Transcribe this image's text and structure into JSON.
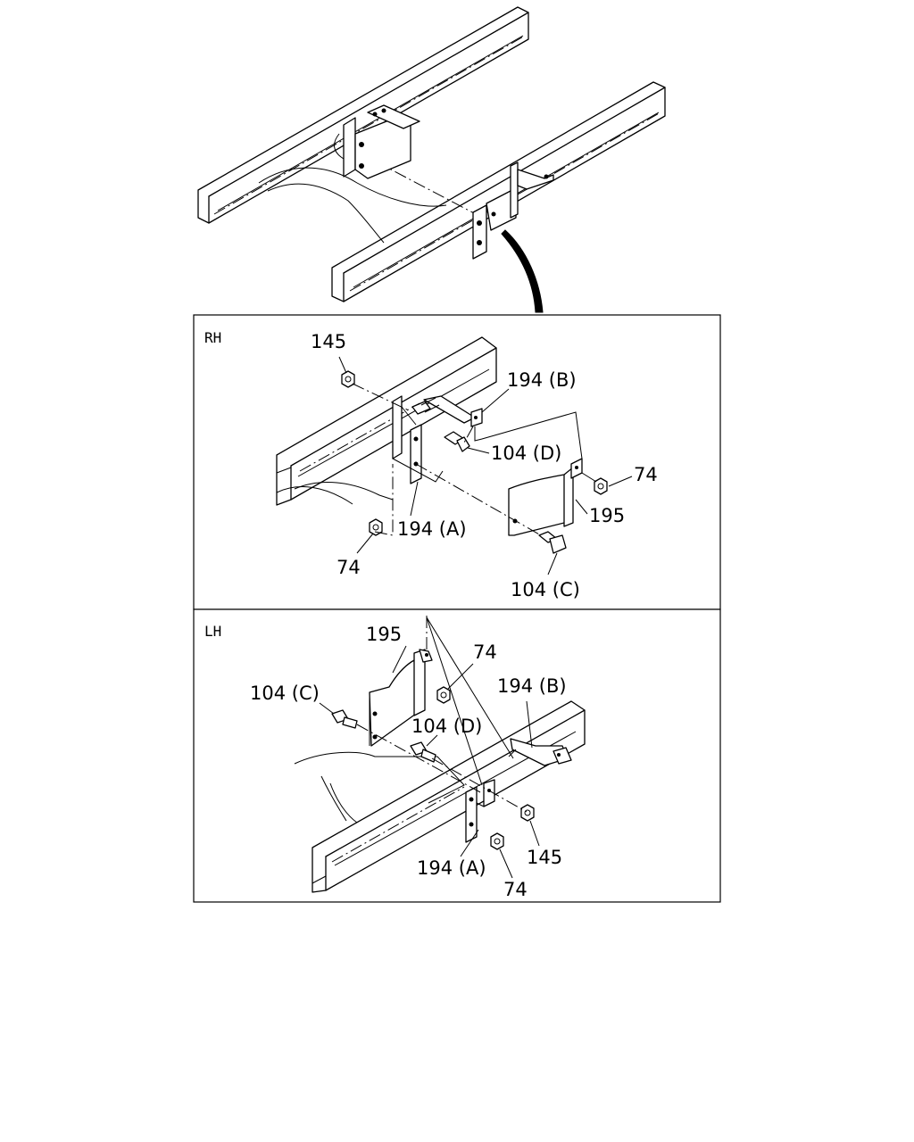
{
  "panels": {
    "rh": {
      "label": "RH",
      "callouts": {
        "c145": "145",
        "c194b": "194 (B)",
        "c104d": "104 (D)",
        "c74_right": "74",
        "c195": "195",
        "c194a": "194 (A)",
        "c74_left": "74",
        "c104c": "104 (C)"
      }
    },
    "lh": {
      "label": "LH",
      "callouts": {
        "c195": "195",
        "c74_top": "74",
        "c104c": "104 (C)",
        "c194b": "194 (B)",
        "c104d": "104 (D)",
        "c145": "145",
        "c194a": "194 (A)",
        "c74_bottom": "74"
      }
    }
  }
}
